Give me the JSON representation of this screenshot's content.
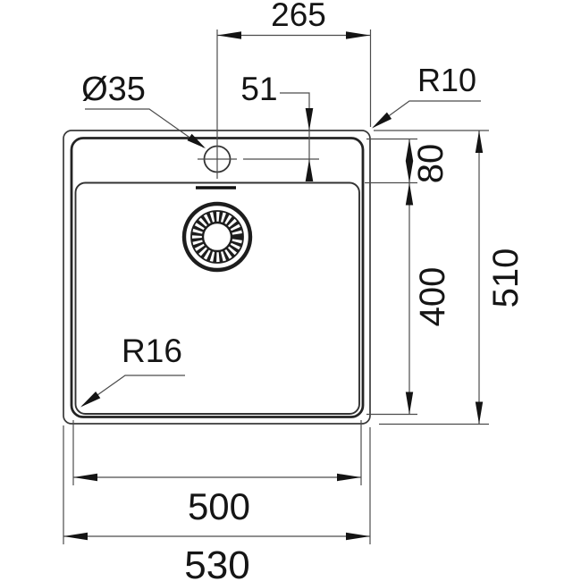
{
  "drawing": {
    "type": "kitchen-sink-top-view-technical-drawing",
    "labels": {
      "dim_center_to_edge": "265",
      "dim_taphole_offset": "51",
      "dim_taphole_diameter": "Ø35",
      "dim_outer_corner_radius": "R10",
      "dim_bowl_corner_radius": "R16",
      "dim_rim_to_bowl": "80",
      "dim_bowl_length": "400",
      "dim_overall_depth": "510",
      "dim_bowl_width": "500",
      "dim_overall_width": "530"
    },
    "colors": {
      "bg": "#ffffff",
      "line": "#3a3a3a",
      "line-thin": "#4c4c4c",
      "line-thick": "#242424",
      "ink": "#151515"
    }
  }
}
